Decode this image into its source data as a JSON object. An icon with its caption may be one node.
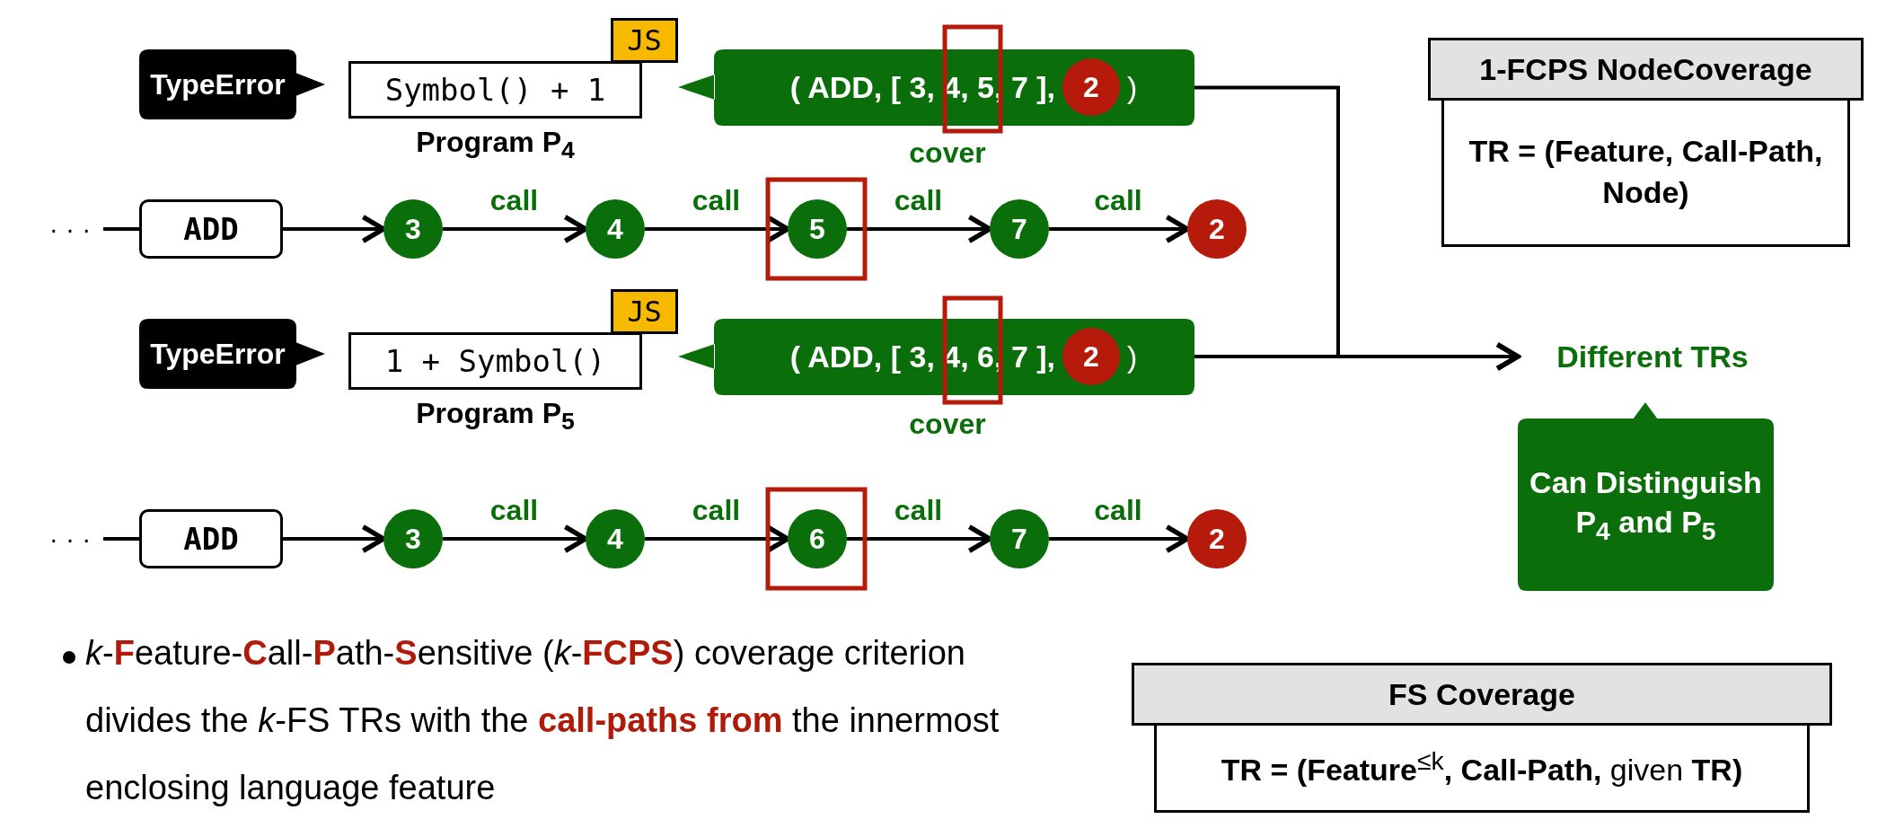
{
  "diagram": {
    "nodes": [
      {
        "text": [
          "TypeError"
        ]
      },
      {
        "text": [
          "Symbol() + 1"
        ],
        "beside": [
          "Program P$_{4}$"
        ]
      },
      {
        "text": [
          "( ADD, [ 3, 4, 5, 7 ],",
          ")"
        ],
        "beside": [
          "cover"
        ]
      },
      {
        "text": [
          "2"
        ],
        "in": 2
      },
      {
        "text": [
          "ADD"
        ]
      },
      {
        "text": [
          "3"
        ]
      },
      {
        "text": [
          "4"
        ]
      },
      {
        "text": [
          "5"
        ]
      },
      {
        "text": [
          "7"
        ]
      },
      {
        "text": [
          "2"
        ]
      },
      {
        "text": [
          "TypeError"
        ]
      },
      {
        "text": [
          "1 + Symbol()"
        ],
        "beside": [
          "Program P$_{5}$"
        ]
      },
      {
        "text": [
          "( ADD, [ 3, 4, 6, 7 ],",
          ")"
        ],
        "beside": [
          "cover"
        ]
      },
      {
        "text": [
          "2"
        ],
        "in": 12
      },
      {
        "text": [
          "ADD"
        ]
      },
      {
        "text": [
          "3"
        ]
      },
      {
        "text": [
          "4"
        ]
      },
      {
        "text": [
          "6"
        ]
      },
      {
        "text": [
          "7"
        ]
      },
      {
        "text": [
          "2"
        ]
      },
      {
        "text": [
          "Different TRs"
        ]
      },
      {
        "text": [
          "Can Distinguish P$_{4}$ and P$_{5}$"
        ]
      },
      {
        "text": [
          "1-FCPS NodeCoverage",
          "TR = (Feature, Call-Path, Node)"
        ]
      },
      {
        "text": [
          "FS Coverage",
          "**TR = (Feature**$^{≤k}$**, Call-Path,** given **TR)**"
        ]
      }
    ],
    "edges": [
      {
        "from": null,
        "to": 4,
        "arrow": "none"
      },
      {
        "from": 4,
        "to": 5,
        "arrow": "to"
      },
      {
        "from": 5,
        "to": 6,
        "arrow": "to",
        "label": "call"
      },
      {
        "from": 6,
        "to": 7,
        "arrow": "to",
        "label": "call"
      },
      {
        "from": 7,
        "to": 8,
        "arrow": "to",
        "label": "call"
      },
      {
        "from": 8,
        "to": 9,
        "arrow": "to",
        "label": "call"
      },
      {
        "from": null,
        "to": 14,
        "arrow": "none"
      },
      {
        "from": 14,
        "to": 15,
        "arrow": "to"
      },
      {
        "from": 15,
        "to": 16,
        "arrow": "to",
        "label": "call"
      },
      {
        "from": 16,
        "to": 17,
        "arrow": "to",
        "label": "call"
      },
      {
        "from": 17,
        "to": 18,
        "arrow": "to",
        "label": "call"
      },
      {
        "from": 18,
        "to": 19,
        "arrow": "to",
        "label": "call"
      },
      {
        "from": 2,
        "to": 20,
        "arrow": "to"
      },
      {
        "from": 12,
        "to": 20,
        "arrow": "to"
      }
    ],
    "labels": [
      "JS",
      "· · ·",
      "JS",
      "· · ·",
      "*k*-**F**eature-**C**all-**P**ath-**S**ensitive (*k*-**FCPS**) coverage criterion divides the *k*-FS TRs with the **call-paths from** the innermost enclosing language feature"
    ]
  }
}
